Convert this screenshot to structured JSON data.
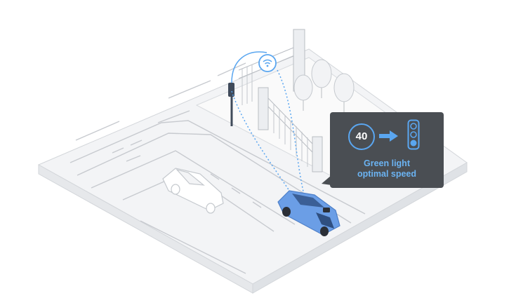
{
  "callout": {
    "speed_value": "40",
    "line1": "Green light",
    "line2": "optimal speed",
    "icons": [
      "speed-limit-icon",
      "arrow-right-icon",
      "traffic-light-icon"
    ]
  },
  "colors": {
    "accent_blue": "#5aa6f0",
    "callout_bg": "#4a4e53",
    "car_blue": "#6b9ee6",
    "ground": "#f4f5f7",
    "line": "#c9ccd1"
  }
}
